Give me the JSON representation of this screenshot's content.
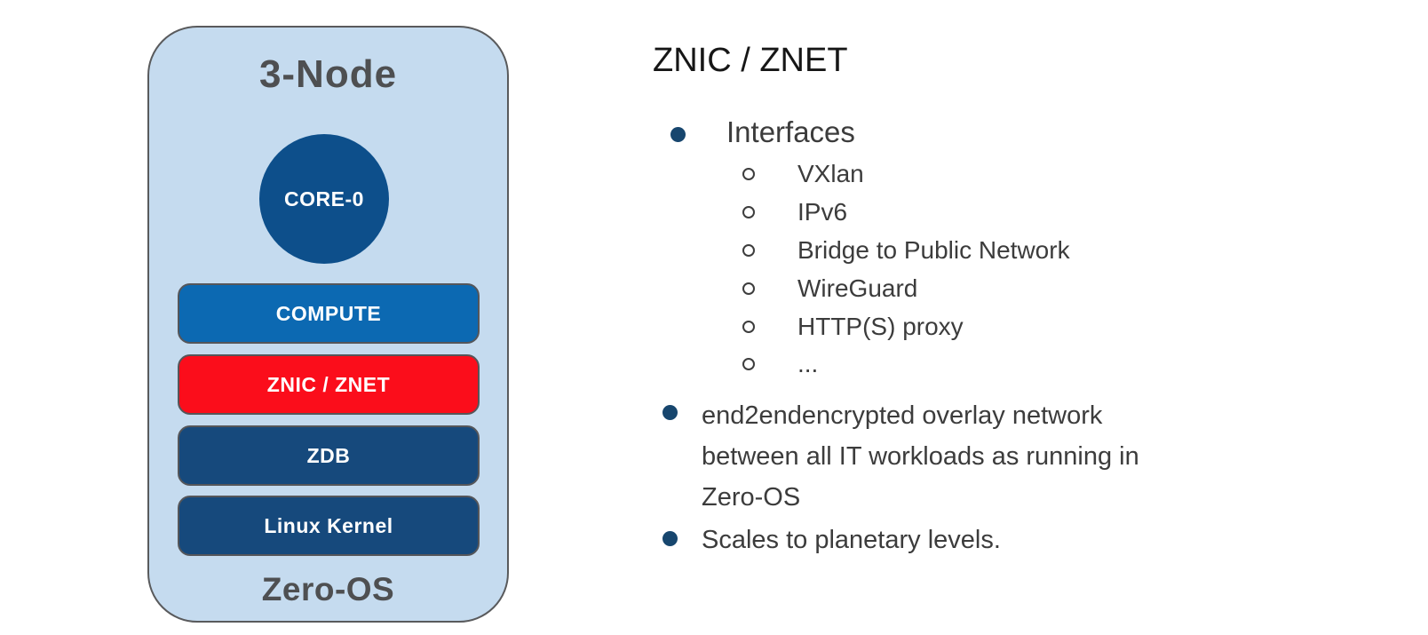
{
  "diagram": {
    "title": "3-Node",
    "core_label": "CORE-0",
    "footer": "Zero-OS",
    "blocks": [
      {
        "label": "COMPUTE",
        "color": "#0c69b2"
      },
      {
        "label": "ZNIC / ZNET",
        "color": "#fb0d1b"
      },
      {
        "label": "ZDB",
        "color": "#16497c"
      },
      {
        "label": "Linux Kernel",
        "color": "#16497c"
      }
    ],
    "colors": {
      "container_fill": "#c5dbef",
      "container_border": "#595a5c",
      "core_fill": "#0d4f8b",
      "title_color": "#4e4f51"
    }
  },
  "content": {
    "heading": "ZNIC / ZNET",
    "bullet_color": "#17466e",
    "bullets": [
      {
        "label": "Interfaces",
        "subitems": [
          "VXlan",
          "IPv6",
          "Bridge to Public Network",
          "WireGuard",
          "HTTP(S) proxy",
          "..."
        ]
      },
      {
        "lines": [
          "end2endencrypted overlay network",
          "between all IT workloads as running in",
          "Zero-OS"
        ]
      },
      {
        "lines": [
          "Scales to planetary levels."
        ]
      }
    ]
  }
}
